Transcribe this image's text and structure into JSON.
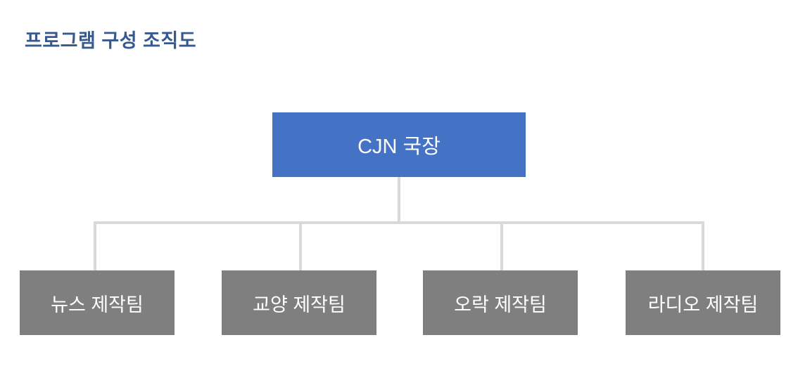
{
  "page": {
    "title": "프로그램 구성 조직도",
    "background_color": "#ffffff",
    "title_color": "#36598F"
  },
  "org_chart": {
    "type": "org-chart",
    "root": {
      "label": "CJN 국장",
      "fill_color": "#4472C4",
      "text_color": "#FFFFFF"
    },
    "children": [
      {
        "label": "뉴스 제작팀",
        "fill_color": "#7F7F7F",
        "text_color": "#FFFFFF"
      },
      {
        "label": "교양 제작팀",
        "fill_color": "#7F7F7F",
        "text_color": "#FFFFFF"
      },
      {
        "label": "오락 제작팀",
        "fill_color": "#7F7F7F",
        "text_color": "#FFFFFF"
      },
      {
        "label": "라디오 제작팀",
        "fill_color": "#7F7F7F",
        "text_color": "#FFFFFF"
      }
    ],
    "connector_color": "#D9D9D9"
  }
}
